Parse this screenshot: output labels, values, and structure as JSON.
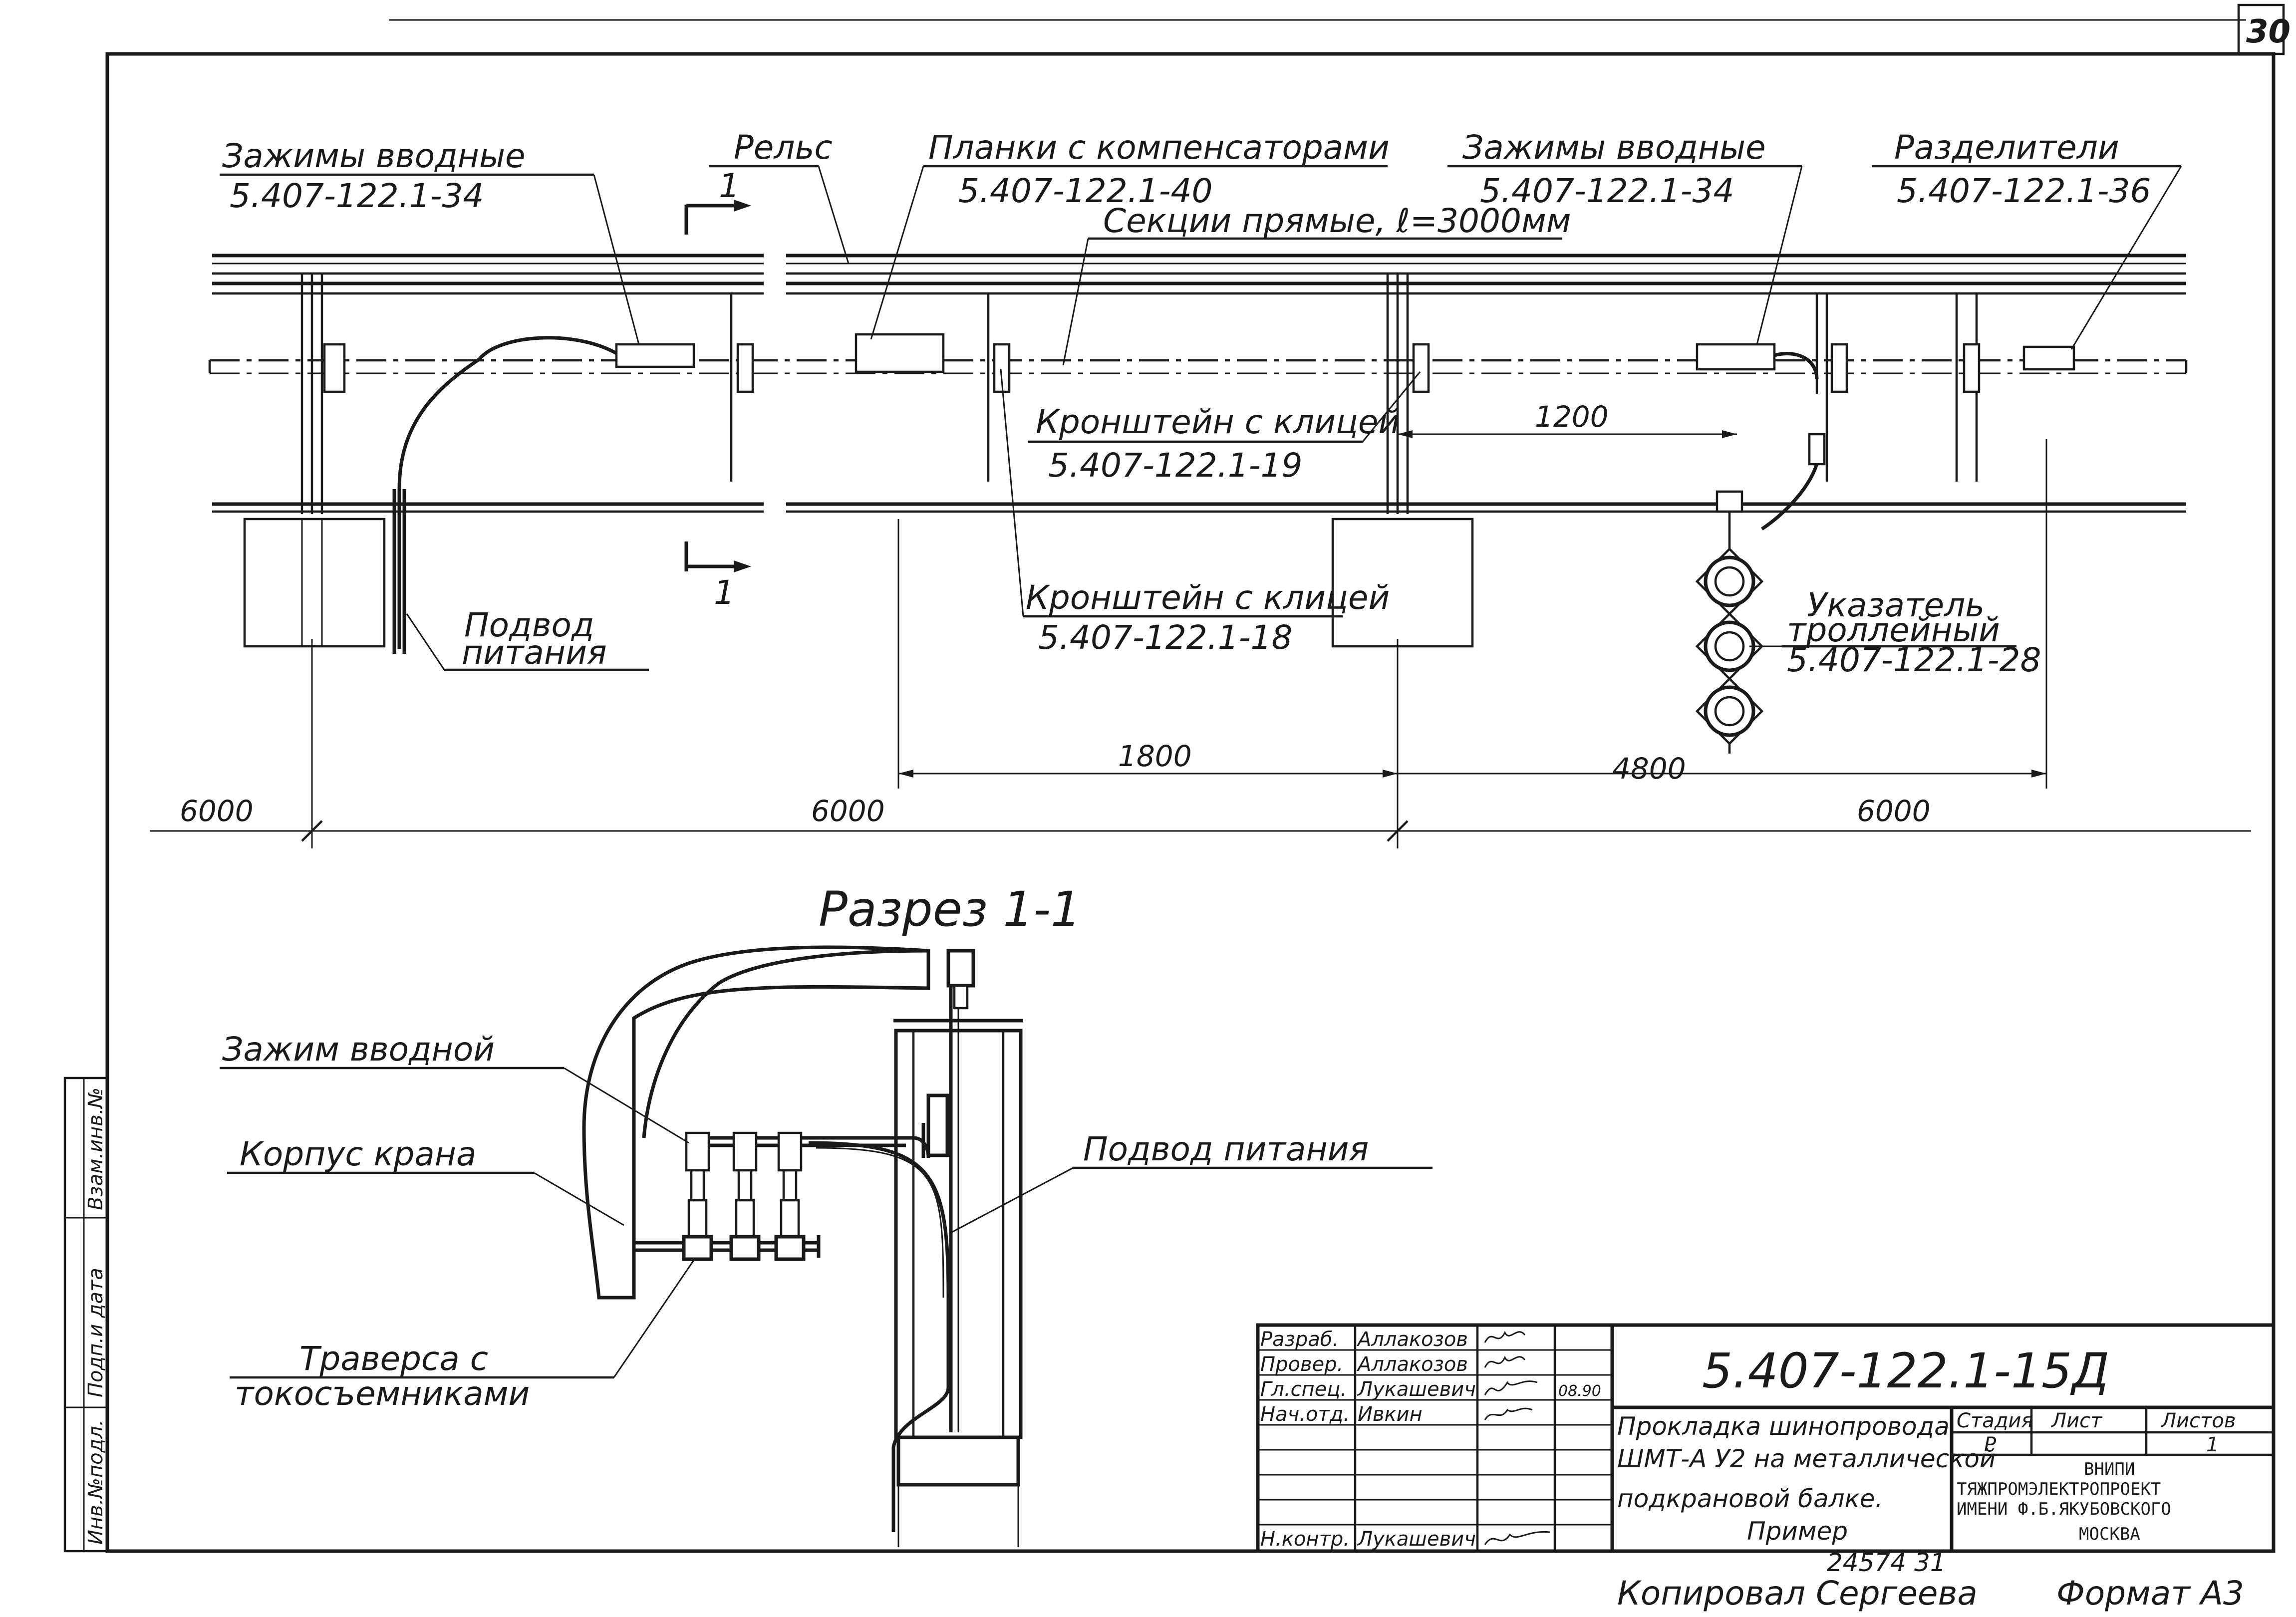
{
  "sheet": {
    "page_number": "30",
    "copied_by": "Копировал Сергеева",
    "format": "Формат А3",
    "inventory_number": "24574 31"
  },
  "plan_view": {
    "labels": {
      "clamps_input_left": "Зажимы вводные",
      "clamps_input_left_code": "5.407-122.1-34",
      "rail": "Рельс",
      "section_mark": "1",
      "bars_compensators": "Планки с компенсаторами",
      "bars_compensators_code": "5.407-122.1-40",
      "straight_sections": "Секции прямые, ℓ=3000мм",
      "clamps_input_right": "Зажимы вводные",
      "clamps_input_right_code": "5.407-122.1-34",
      "separators": "Разделители",
      "separators_code": "5.407-122.1-36",
      "bracket_19": "Кронштейн с клицей",
      "bracket_19_code": "5.407-122.1-19",
      "bracket_18": "Кронштейн с клицей",
      "bracket_18_code": "5.407-122.1-18",
      "power_supply_1": "Подвод",
      "power_supply_2": "питания",
      "trolley_indicator_1": "Указатель",
      "trolley_indicator_2": "троллейный",
      "trolley_indicator_code": "5.407-122.1-28"
    },
    "dimensions": {
      "d1200": "1200",
      "d1800": "1800",
      "d4800": "4800",
      "d6000_left": "6000",
      "d6000_mid": "6000",
      "d6000_right": "6000"
    }
  },
  "section_view": {
    "title": "Разрез 1-1",
    "labels": {
      "clamp_input": "Зажим вводной",
      "crane_body": "Корпус крана",
      "power_supply": "Подвод питания",
      "traverse_1": "Траверса с",
      "traverse_2": "токосъемниками"
    }
  },
  "side_stamp": {
    "inv_orig": "Инв.№подл.",
    "sign_date": "Подп.и дата",
    "inv_instead": "Взам.инв.№"
  },
  "title_block": {
    "doc_code": "5.407-122.1-15Д",
    "title_lines": [
      "Прокладка шинопровода",
      "ШМТ-А У2 на металлической",
      "подкрановой балке.",
      "Пример"
    ],
    "stage_header": "Стадия",
    "sheet_header": "Лист",
    "sheets_header": "Листов",
    "stage": "Р",
    "sheets": "1",
    "date": "08.90",
    "org_lines": [
      "ВНИПИ",
      "ТЯЖПРОМЭЛЕКТРОПРОЕКТ",
      "ИМЕНИ Ф.Б.ЯКУБОВСКОГО",
      "МОСКВА"
    ],
    "signers": [
      {
        "role": "Разраб.",
        "name": "Аллакозов"
      },
      {
        "role": "Провер.",
        "name": "Аллакозов"
      },
      {
        "role": "Гл.спец.",
        "name": "Лукашевич"
      },
      {
        "role": "Нач.отд.",
        "name": "Ивкин"
      },
      {
        "role": "Н.контр.",
        "name": "Лукашевич"
      }
    ]
  }
}
